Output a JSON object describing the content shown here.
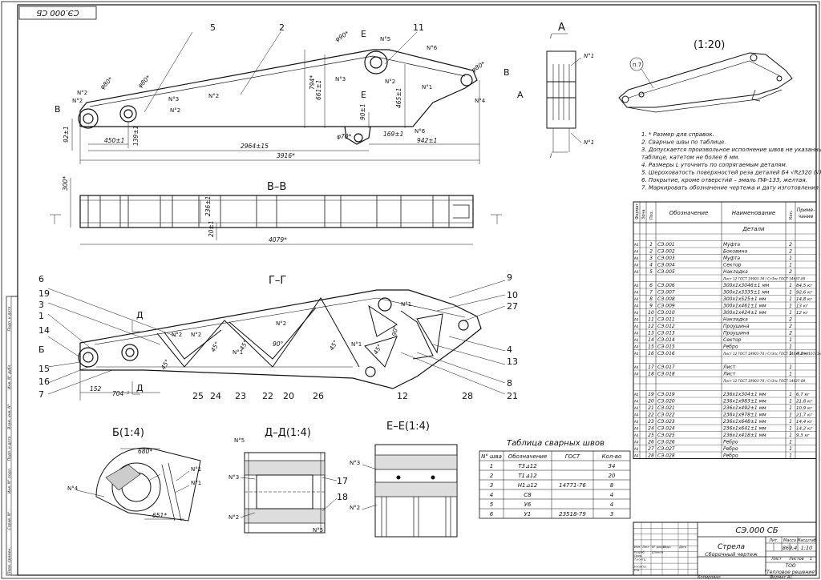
{
  "stamp_code_rotated": "СЭ.000 СБ",
  "views": {
    "section_bb": "В–В",
    "section_gg": "Г–Г",
    "view_a": "А",
    "view_scale": "(1:20)",
    "detail_b": "Б(1:4)",
    "detail_dd": "Д–Д(1:4)",
    "detail_ee": "Е–Е(1:4)"
  },
  "dimensions": [
    {
      "id": "d_3916",
      "text": "3916*"
    },
    {
      "id": "d_2964",
      "text": "2964±15"
    },
    {
      "id": "d_450",
      "text": "450±1"
    },
    {
      "id": "d_942",
      "text": "942±1"
    },
    {
      "id": "d_92",
      "text": "92±1"
    },
    {
      "id": "d_139",
      "text": "139±1"
    },
    {
      "id": "d_794",
      "text": "794*"
    },
    {
      "id": "d_661",
      "text": "661±1"
    },
    {
      "id": "d_465",
      "text": "465±1"
    },
    {
      "id": "d_90",
      "text": "90±1"
    },
    {
      "id": "d_169",
      "text": "169±1"
    },
    {
      "id": "d_phi90",
      "text": "φ90*"
    },
    {
      "id": "d_phi80a",
      "text": "φ80*"
    },
    {
      "id": "d_phi80b",
      "text": "φ80*"
    },
    {
      "id": "d_phi70",
      "text": "φ70*"
    },
    {
      "id": "d_phi80c",
      "text": "φ80*"
    },
    {
      "id": "d_4079",
      "text": "4079*"
    },
    {
      "id": "d_300",
      "text": "300*"
    },
    {
      "id": "d_236",
      "text": "236±1"
    },
    {
      "id": "d_20",
      "text": "20±1"
    },
    {
      "id": "d_704",
      "text": "704⁻²"
    },
    {
      "id": "d_152",
      "text": "152"
    },
    {
      "id": "d_680",
      "text": "680*"
    },
    {
      "id": "d_651",
      "text": "651*"
    },
    {
      "id": "d_45a",
      "text": "45°"
    },
    {
      "id": "d_45b",
      "text": "45°"
    },
    {
      "id": "d_45c",
      "text": "45°"
    },
    {
      "id": "d_90deg",
      "text": "90°"
    },
    {
      "id": "d_90deg2",
      "text": "90°"
    },
    {
      "id": "d_45d",
      "text": "45°"
    },
    {
      "id": "d_45e",
      "text": "45°"
    }
  ],
  "callouts_top": [
    "5",
    "2",
    "11",
    "E",
    "E",
    "B",
    "B",
    "А",
    "N°2",
    "N°2",
    "N°3",
    "N°2",
    "N°5",
    "N°6",
    "N°3",
    "N°2",
    "N°1",
    "N°4",
    "N°6",
    "N°2"
  ],
  "callouts_gg": [
    "6",
    "19",
    "3",
    "1",
    "14",
    "Б",
    "15",
    "16",
    "7",
    "Д",
    "Д",
    "25",
    "24",
    "23",
    "22",
    "20",
    "26",
    "12",
    "28",
    "21",
    "8",
    "13",
    "4",
    "27",
    "10",
    "9",
    "N°2",
    "N°2",
    "N°1",
    "N°2",
    "N°1",
    "N°1"
  ],
  "callouts_a": [
    "N°1",
    "N°1",
    "l",
    "l"
  ],
  "callouts_iso": [
    "п.7"
  ],
  "callouts_details": [
    "N°4",
    "N°1",
    "N°1",
    "N°5",
    "N°3",
    "N°2",
    "N°5",
    "17",
    "18",
    "N°3",
    "N°2"
  ],
  "notes": [
    "1. * Размер для справок.",
    "2. Сварные швы по таблице.",
    "3. Допускается произвольное исполнение швов не указанных в",
    "таблице, катетом не более 6 мм.",
    "4. Размеры L уточнить по сопрягаемым деталям.",
    "5. Шероховатость поверхностей реза деталей Б4 √Rz320 (√).",
    "6. Покрытие, кроме отверстий – эмаль ПФ-133, желтая.",
    "7. Маркировать обозначение чертежа и дату изготовления."
  ],
  "weld_table": {
    "title": "Таблица сварных швов",
    "headers": [
      "N° шва",
      "Обозначение",
      "ГОСТ",
      "Кол-во"
    ],
    "rows": [
      [
        "1",
        "Т3⊿12",
        "",
        "34"
      ],
      [
        "2",
        "Т1⊿12",
        "",
        "20"
      ],
      [
        "3",
        "Н1⊿12",
        "14771-76",
        "8"
      ],
      [
        "4",
        "С8",
        "",
        "4"
      ],
      [
        "5",
        "У6",
        "",
        "4"
      ],
      [
        "6",
        "У1",
        "23518-79",
        "3"
      ]
    ]
  },
  "parts_list": {
    "headers": [
      "Формат",
      "Зона",
      "Поз.",
      "Обозначение",
      "Наименование",
      "Кол.",
      "Приме-чание"
    ],
    "section_title": "Детали",
    "rows": [
      {
        "f": "",
        "z": "",
        "p": "",
        "o": "",
        "n": "",
        "k": "",
        "r": ""
      },
      {
        "f": "А4",
        "z": "",
        "p": "1",
        "o": "СЭ.001",
        "n": "Муфта",
        "k": "2",
        "r": ""
      },
      {
        "f": "А4",
        "z": "",
        "p": "2",
        "o": "СЭ.002",
        "n": "Боковина",
        "k": "2",
        "r": ""
      },
      {
        "f": "А4",
        "z": "",
        "p": "3",
        "o": "СЭ.003",
        "n": "Муфта",
        "k": "1",
        "r": ""
      },
      {
        "f": "А4",
        "z": "",
        "p": "4",
        "o": "СЭ.004",
        "n": "Сектор",
        "k": "1",
        "r": ""
      },
      {
        "f": "А4",
        "z": "",
        "p": "5",
        "o": "СЭ.005",
        "n": "Накладка",
        "k": "2",
        "r": ""
      },
      {
        "f": "",
        "z": "",
        "p": "",
        "o": "",
        "n": "Лист 12 ГОСТ 19903-74 / Ст3пс ГОСТ 14637-89",
        "k": "",
        "r": ""
      },
      {
        "f": "А4",
        "z": "",
        "p": "6",
        "o": "СЭ.006",
        "n": "300х1х3046±1 мм",
        "k": "1",
        "r": "84,5 кг"
      },
      {
        "f": "А4",
        "z": "",
        "p": "7",
        "o": "СЭ.007",
        "n": "300х1х3335±1 мм",
        "k": "1",
        "r": "92,6 кг"
      },
      {
        "f": "А4",
        "z": "",
        "p": "8",
        "o": "СЭ.008",
        "n": "300х1х525±1 мм",
        "k": "1",
        "r": "14,8 кг"
      },
      {
        "f": "А4",
        "z": "",
        "p": "9",
        "o": "СЭ.009",
        "n": "300х1х461±1 мм",
        "k": "1",
        "r": "13 кг"
      },
      {
        "f": "А4",
        "z": "",
        "p": "10",
        "o": "СЭ.010",
        "n": "300х1х424±1 мм",
        "k": "1",
        "r": "12 кг"
      },
      {
        "f": "А4",
        "z": "",
        "p": "11",
        "o": "СЭ.011",
        "n": "Накладка",
        "k": "2",
        "r": ""
      },
      {
        "f": "А4",
        "z": "",
        "p": "12",
        "o": "СЭ.012",
        "n": "Проушина",
        "k": "2",
        "r": ""
      },
      {
        "f": "А4",
        "z": "",
        "p": "13",
        "o": "СЭ.013",
        "n": "Проушина",
        "k": "2",
        "r": ""
      },
      {
        "f": "А4",
        "z": "",
        "p": "14",
        "o": "СЭ.014",
        "n": "Сектор",
        "k": "1",
        "r": ""
      },
      {
        "f": "А4",
        "z": "",
        "p": "15",
        "o": "СЭ.015",
        "n": "Ребро",
        "k": "1",
        "r": ""
      },
      {
        "f": "А4",
        "z": "",
        "p": "16",
        "o": "СЭ.016",
        "n": "Лист 12 ГОСТ 19903-74 / Ст3пс ГОСТ 14637-89 / 167х1х236±1 мм",
        "k": "1",
        "r": "4,2 кг"
      },
      {
        "f": "",
        "z": "",
        "p": "",
        "o": "",
        "n": "",
        "k": "",
        "r": ""
      },
      {
        "f": "А4",
        "z": "",
        "p": "17",
        "o": "СЭ.017",
        "n": "Лист",
        "k": "1",
        "r": ""
      },
      {
        "f": "А4",
        "z": "",
        "p": "18",
        "o": "СЭ.018",
        "n": "Лист",
        "k": "1",
        "r": ""
      },
      {
        "f": "",
        "z": "",
        "p": "",
        "o": "",
        "n": "Лист 12 ГОСТ 19903-74 / Ст3пс ГОСТ 14637-89",
        "k": "",
        "r": ""
      },
      {
        "f": "",
        "z": "",
        "p": "",
        "o": "",
        "n": "",
        "k": "",
        "r": ""
      },
      {
        "f": "А4",
        "z": "",
        "p": "19",
        "o": "СЭ.019",
        "n": "236х1х304±1 мм",
        "k": "1",
        "r": "6,7 кг"
      },
      {
        "f": "А4",
        "z": "",
        "p": "20",
        "o": "СЭ.020",
        "n": "236х1х983±1 мм",
        "k": "1",
        "r": "21,8 кг"
      },
      {
        "f": "А4",
        "z": "",
        "p": "21",
        "o": "СЭ.021",
        "n": "236х1х492±1 мм",
        "k": "1",
        "r": "10,9 кг"
      },
      {
        "f": "А4",
        "z": "",
        "p": "22",
        "o": "СЭ.022",
        "n": "236х1х978±1 мм",
        "k": "1",
        "r": "21,7 кг"
      },
      {
        "f": "А4",
        "z": "",
        "p": "23",
        "o": "СЭ.023",
        "n": "236х1х648±1 мм",
        "k": "1",
        "r": "14,4 кг"
      },
      {
        "f": "А4",
        "z": "",
        "p": "24",
        "o": "СЭ.024",
        "n": "236х1х641±1 мм",
        "k": "1",
        "r": "14,2 кг"
      },
      {
        "f": "А4",
        "z": "",
        "p": "25",
        "o": "СЭ.025",
        "n": "236х1х418±1 мм",
        "k": "1",
        "r": "9,3 кг"
      },
      {
        "f": "А4",
        "z": "",
        "p": "26",
        "o": "СЭ.026",
        "n": "Ребро",
        "k": "1",
        "r": ""
      },
      {
        "f": "А4",
        "z": "",
        "p": "27",
        "o": "СЭ.027",
        "n": "Ребро",
        "k": "1",
        "r": ""
      },
      {
        "f": "А4",
        "z": "",
        "p": "28",
        "o": "СЭ.028",
        "n": "Ребро",
        "k": "1",
        "r": ""
      }
    ]
  },
  "title_block": {
    "code": "СЭ.000 СБ",
    "name": "Стрела",
    "subname": "Сборочный чертеж",
    "lit_label": "Лит.",
    "mass_label": "Масса",
    "scale_label": "Масштаб",
    "mass": "869,4",
    "scale": "1:10",
    "sheet_label": "Лист",
    "sheets_label": "Листов",
    "sheets": "1",
    "org1": "ТОО",
    "org2": "\"Тепловое решение\"",
    "rows": [
      "Изм.",
      "Лист",
      "N° докум.",
      "Подп.",
      "Дата"
    ],
    "roles": [
      "Разраб.",
      "Пров.",
      "Т.контр.",
      "",
      "Н.контр.",
      "Утв."
    ],
    "developer": "Шанков",
    "footer_left": "Копировал",
    "footer_right": "Формат   А1"
  },
  "side_stamp": [
    "Подп. и дата",
    "Инв. N° дубл.",
    "Взам. инв. N°",
    "Подп. и дата",
    "Инв. N° подл.",
    "Справ. N°",
    "Перв. примен."
  ]
}
